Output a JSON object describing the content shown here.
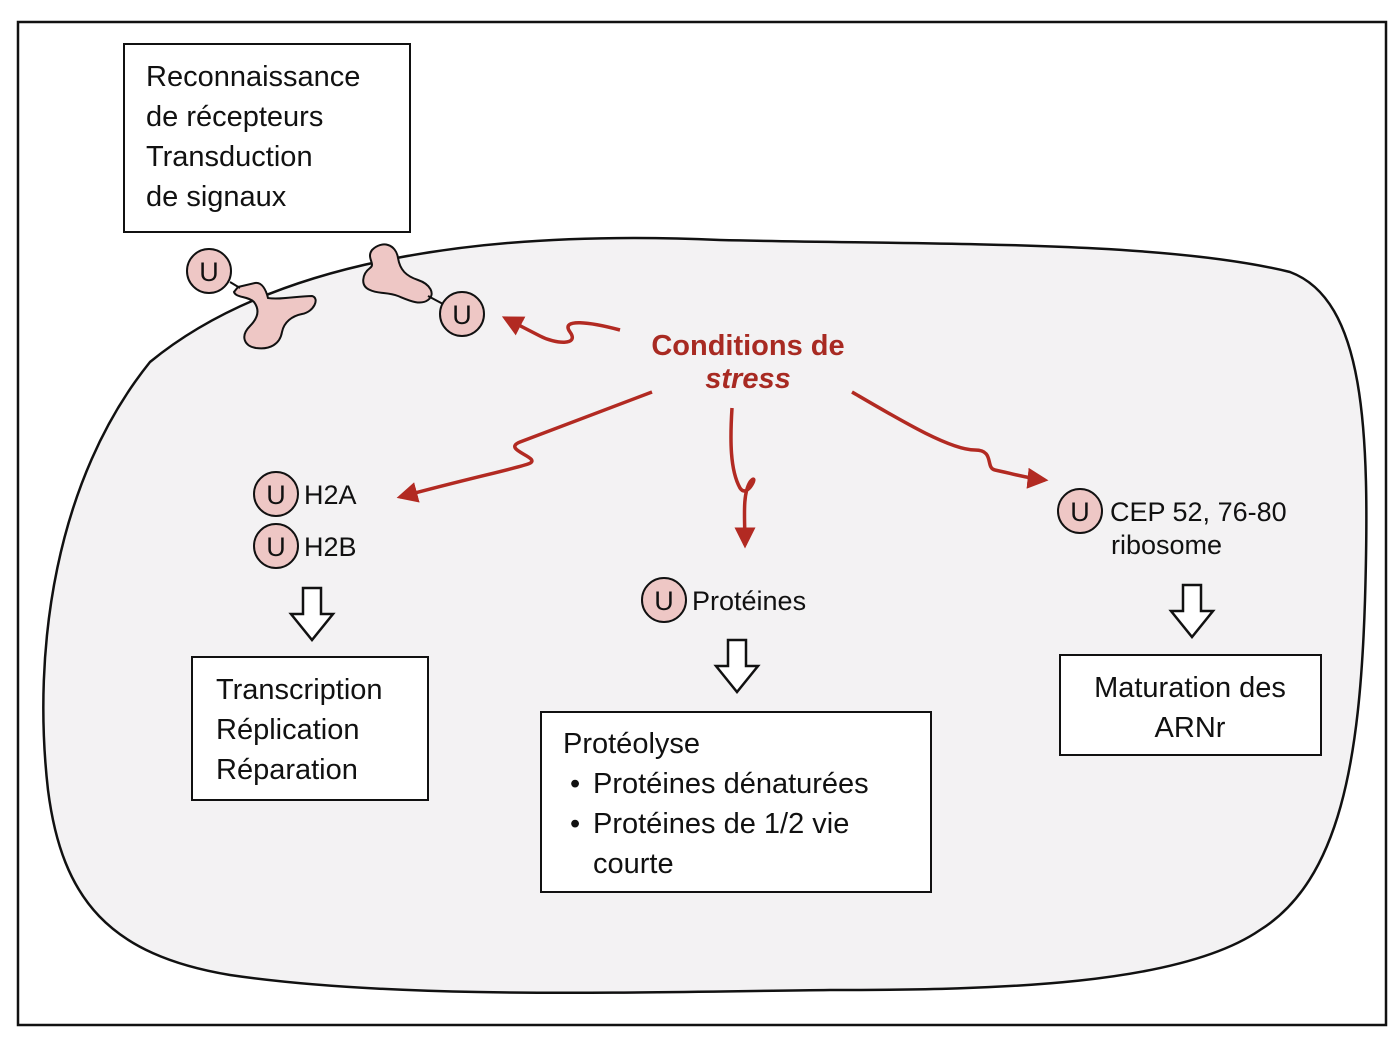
{
  "colors": {
    "frame": "#111111",
    "cell_fill": "#f3f2f3",
    "arrow": "#b22a22",
    "ubiquitin_fill": "#eec7c5",
    "stress_text": "#a82a22"
  },
  "stress": {
    "line1": "Conditions de",
    "line2": "stress"
  },
  "receptor_box": {
    "lines": [
      "Reconnaissance",
      "de récepteurs",
      "Transduction",
      "de signaux"
    ]
  },
  "ubiquitin_symbol": "U",
  "histones": {
    "h2a": "H2A",
    "h2b": "H2B"
  },
  "histone_box": {
    "lines": [
      "Transcription",
      "Réplication",
      "Réparation"
    ]
  },
  "proteins": {
    "label": "Protéines"
  },
  "proteolysis_box": {
    "title": "Protéolyse",
    "bullet": "•",
    "items": [
      "Protéines dénaturées",
      "Protéines de 1/2 vie",
      "courte"
    ]
  },
  "ribosome": {
    "line1": "CEP 52, 76-80",
    "line2": "ribosome"
  },
  "rrna_box": {
    "lines": [
      "Maturation des",
      "ARNr"
    ]
  },
  "icons": {
    "receptor": "receptor-icon",
    "wavy_arrow": "wavy-arrow-icon",
    "hollow_arrow": "hollow-down-arrow-icon"
  }
}
